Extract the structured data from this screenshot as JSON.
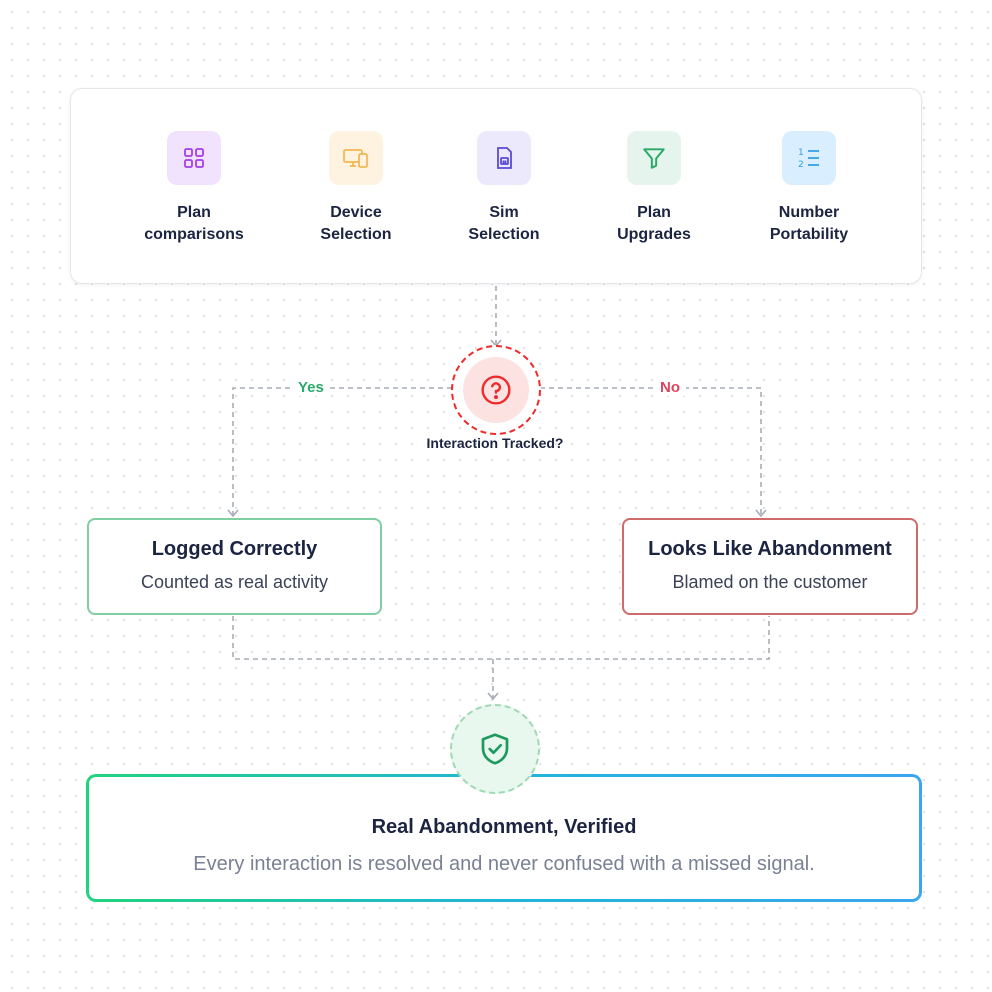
{
  "features": [
    {
      "label": "Plan\ncomparisons",
      "icon": "grid-icon",
      "bg": "#f1e3fd",
      "color": "#a43ee8"
    },
    {
      "label": "Device\nSelection",
      "icon": "devices-icon",
      "bg": "#fdf3e0",
      "color": "#f2b64f"
    },
    {
      "label": "Sim\nSelection",
      "icon": "sim-card-icon",
      "bg": "#ebe9fb",
      "color": "#5a4ad6"
    },
    {
      "label": "Plan\nUpgrades",
      "icon": "filter-icon",
      "bg": "#e5f4ec",
      "color": "#2aa866"
    },
    {
      "label": "Number\nPortability",
      "icon": "numbered-list-icon",
      "bg": "#d9efff",
      "color": "#2f9ee8"
    }
  ],
  "decision": {
    "label": "Interaction Tracked?",
    "icon": "question-icon",
    "color": "#ef2b2b"
  },
  "branches": {
    "yes": "Yes",
    "no": "No"
  },
  "outcomes": {
    "left": {
      "title": "Logged Correctly",
      "subtitle": "Counted as real activity"
    },
    "right": {
      "title": "Looks Like Abandonment",
      "subtitle": "Blamed on the customer"
    }
  },
  "final": {
    "title": "Real Abandonment, Verified",
    "subtitle": "Every interaction is resolved and never confused with a missed signal.",
    "icon": "shield-check-icon"
  }
}
